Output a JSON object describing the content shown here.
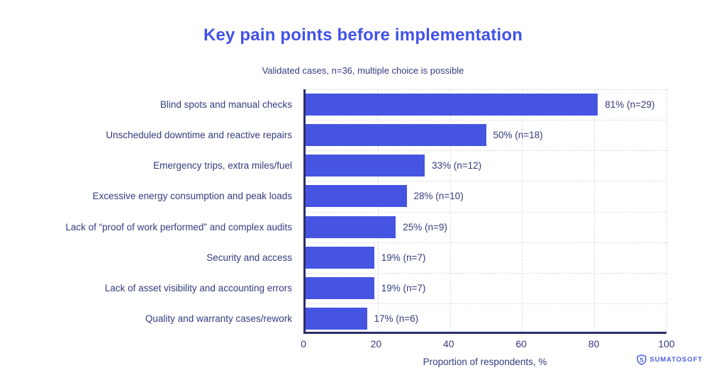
{
  "header": {
    "title": "Key pain points before implementation",
    "subtitle": "Validated cases, n=36, multiple choice is possible"
  },
  "chart_data": {
    "type": "bar",
    "orientation": "horizontal",
    "title": "Key pain points before implementation",
    "subtitle": "Validated cases, n=36, multiple choice is possible",
    "categories": [
      "Blind spots and manual checks",
      "Unscheduled downtime and reactive repairs",
      "Emergency trips, extra miles/fuel",
      "Excessive energy consumption and peak loads",
      "Lack of “proof of work performed” and complex audits",
      "Security and access",
      "Lack of asset visibility and accounting errors",
      "Quality and warranty cases/rework"
    ],
    "values": [
      81,
      50,
      33,
      28,
      25,
      19,
      19,
      17
    ],
    "counts": [
      29,
      18,
      12,
      10,
      9,
      7,
      7,
      6
    ],
    "value_labels": [
      "81% (n=29)",
      "50% (n=18)",
      "33% (n=12)",
      "28% (n=10)",
      "25% (n=9)",
      "19% (n=7)",
      "19% (n=7)",
      "17% (n=6)"
    ],
    "xlabel": "Proportion of respondents, %",
    "xticks": [
      0,
      20,
      40,
      60,
      80,
      100
    ],
    "xlim": [
      0,
      100
    ],
    "grid": "dashed-vertical-and-row-separators",
    "legend": "none"
  },
  "branding": {
    "logo_text": "SUMATOSOFT",
    "logo_icon": "shield-s-icon"
  },
  "colors": {
    "background": "#FFFFFF",
    "title": "#4152E8",
    "text": "#343B7E",
    "bar": "#4555E2",
    "axis": "#2B2E6B",
    "grid": "#DCDCE6",
    "logo": "#4A5FE0"
  }
}
